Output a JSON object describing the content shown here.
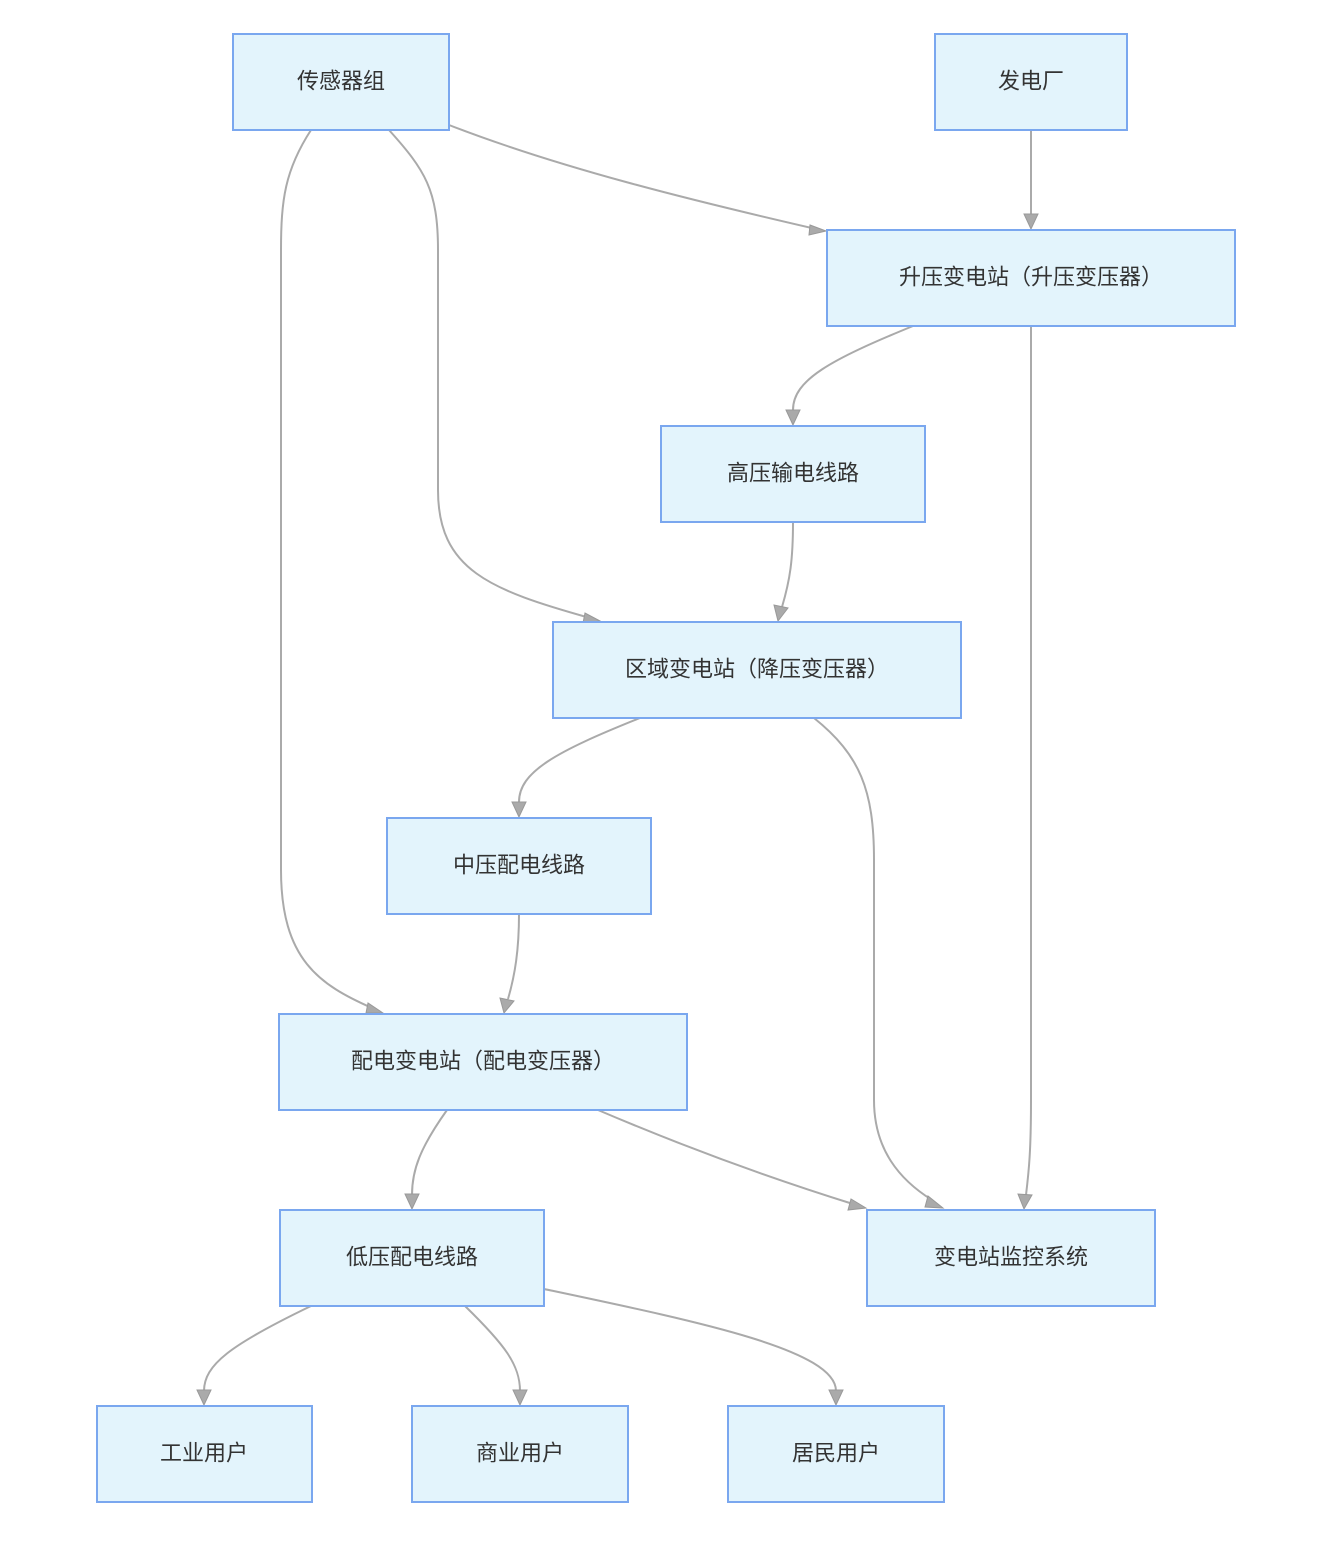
{
  "diagram": {
    "nodes": {
      "sensors": "传感器组",
      "power_plant": "发电厂",
      "step_up_substation": "升压变电站（升压变压器）",
      "high_voltage_line": "高压输电线路",
      "regional_substation": "区域变电站（降压变压器）",
      "medium_voltage_line": "中压配电线路",
      "distribution_substation": "配电变电站（配电变压器）",
      "low_voltage_line": "低压配电线路",
      "monitoring_system": "变电站监控系统",
      "industrial_users": "工业用户",
      "commercial_users": "商业用户",
      "residential_users": "居民用户"
    },
    "edges": [
      {
        "from": "sensors",
        "to": "step_up_substation"
      },
      {
        "from": "sensors",
        "to": "regional_substation"
      },
      {
        "from": "sensors",
        "to": "distribution_substation"
      },
      {
        "from": "power_plant",
        "to": "step_up_substation"
      },
      {
        "from": "step_up_substation",
        "to": "high_voltage_line"
      },
      {
        "from": "step_up_substation",
        "to": "monitoring_system"
      },
      {
        "from": "high_voltage_line",
        "to": "regional_substation"
      },
      {
        "from": "regional_substation",
        "to": "medium_voltage_line"
      },
      {
        "from": "regional_substation",
        "to": "monitoring_system"
      },
      {
        "from": "medium_voltage_line",
        "to": "distribution_substation"
      },
      {
        "from": "distribution_substation",
        "to": "low_voltage_line"
      },
      {
        "from": "distribution_substation",
        "to": "monitoring_system"
      },
      {
        "from": "low_voltage_line",
        "to": "industrial_users"
      },
      {
        "from": "low_voltage_line",
        "to": "commercial_users"
      },
      {
        "from": "low_voltage_line",
        "to": "residential_users"
      }
    ]
  },
  "colors": {
    "node_fill": "#e3f4fc",
    "node_stroke": "#7aa7ef",
    "edge": "#aaaaaa",
    "text": "#333333"
  }
}
